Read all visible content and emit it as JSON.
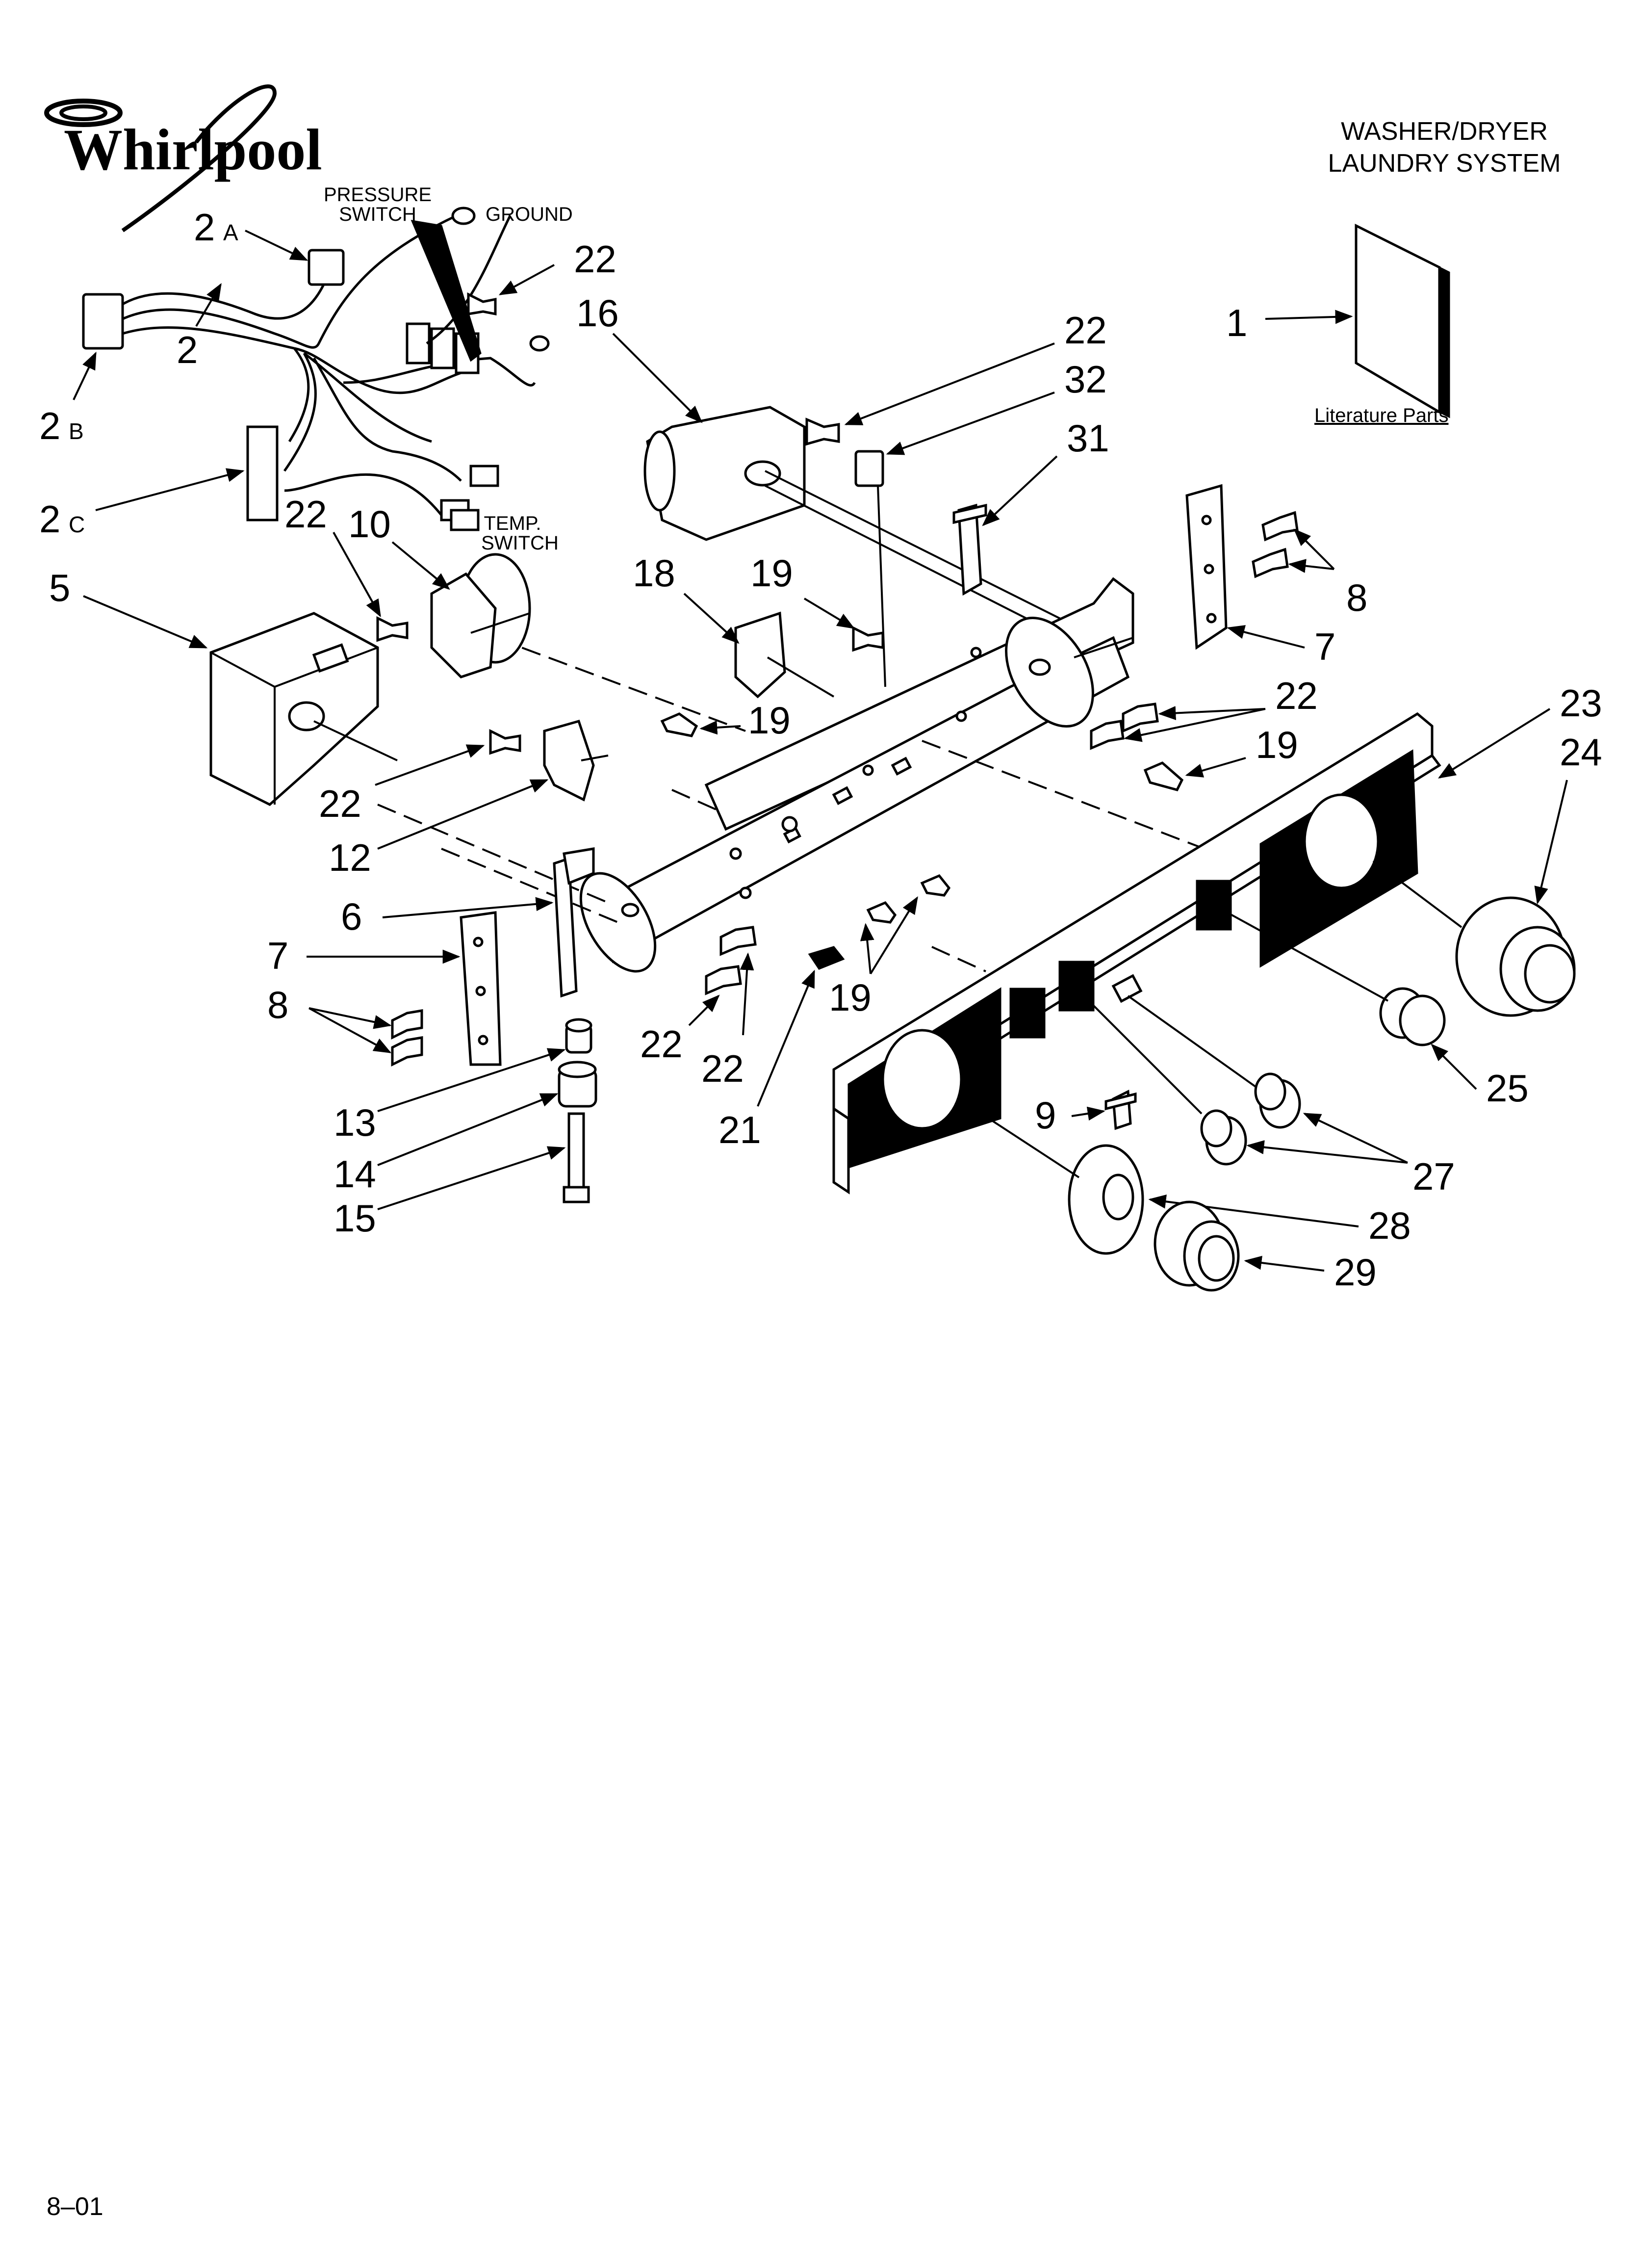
{
  "header": {
    "brand": "Whirlpool",
    "title_line1": "WASHER/DRYER",
    "title_line2": "LAUNDRY SYSTEM"
  },
  "labels": {
    "pressure_switch_1": "PRESSURE",
    "pressure_switch_2": "SWITCH",
    "ground": "GROUND",
    "temp_switch_1": "TEMP.",
    "temp_switch_2": "SWITCH",
    "literature": "Literature Parts"
  },
  "callouts": {
    "c1": "1",
    "c2": "2",
    "c2a": "2",
    "c2a_sub": "A",
    "c2b": "2",
    "c2b_sub": "B",
    "c2c": "2",
    "c2c_sub": "C",
    "c5": "5",
    "c6": "6",
    "c7_right": "7",
    "c7_left": "7",
    "c8_right": "8",
    "c8_left": "8",
    "c9": "9",
    "c10": "10",
    "c12": "12",
    "c13": "13",
    "c14": "14",
    "c15": "15",
    "c16": "16",
    "c18": "18",
    "c19_top": "19",
    "c19_mid": "19",
    "c19_right": "19",
    "c19_bottom": "19",
    "c21": "21",
    "c22_wire": "22",
    "c22_left_top": "22",
    "c22_center_top": "22",
    "c22_right": "22",
    "c22_left_mid": "22",
    "c22_bottom_a": "22",
    "c22_bottom_b": "22",
    "c23": "23",
    "c24": "24",
    "c25": "25",
    "c27": "27",
    "c28": "28",
    "c29": "29",
    "c31": "31",
    "c32": "32"
  },
  "footer": {
    "code": "8–01"
  }
}
